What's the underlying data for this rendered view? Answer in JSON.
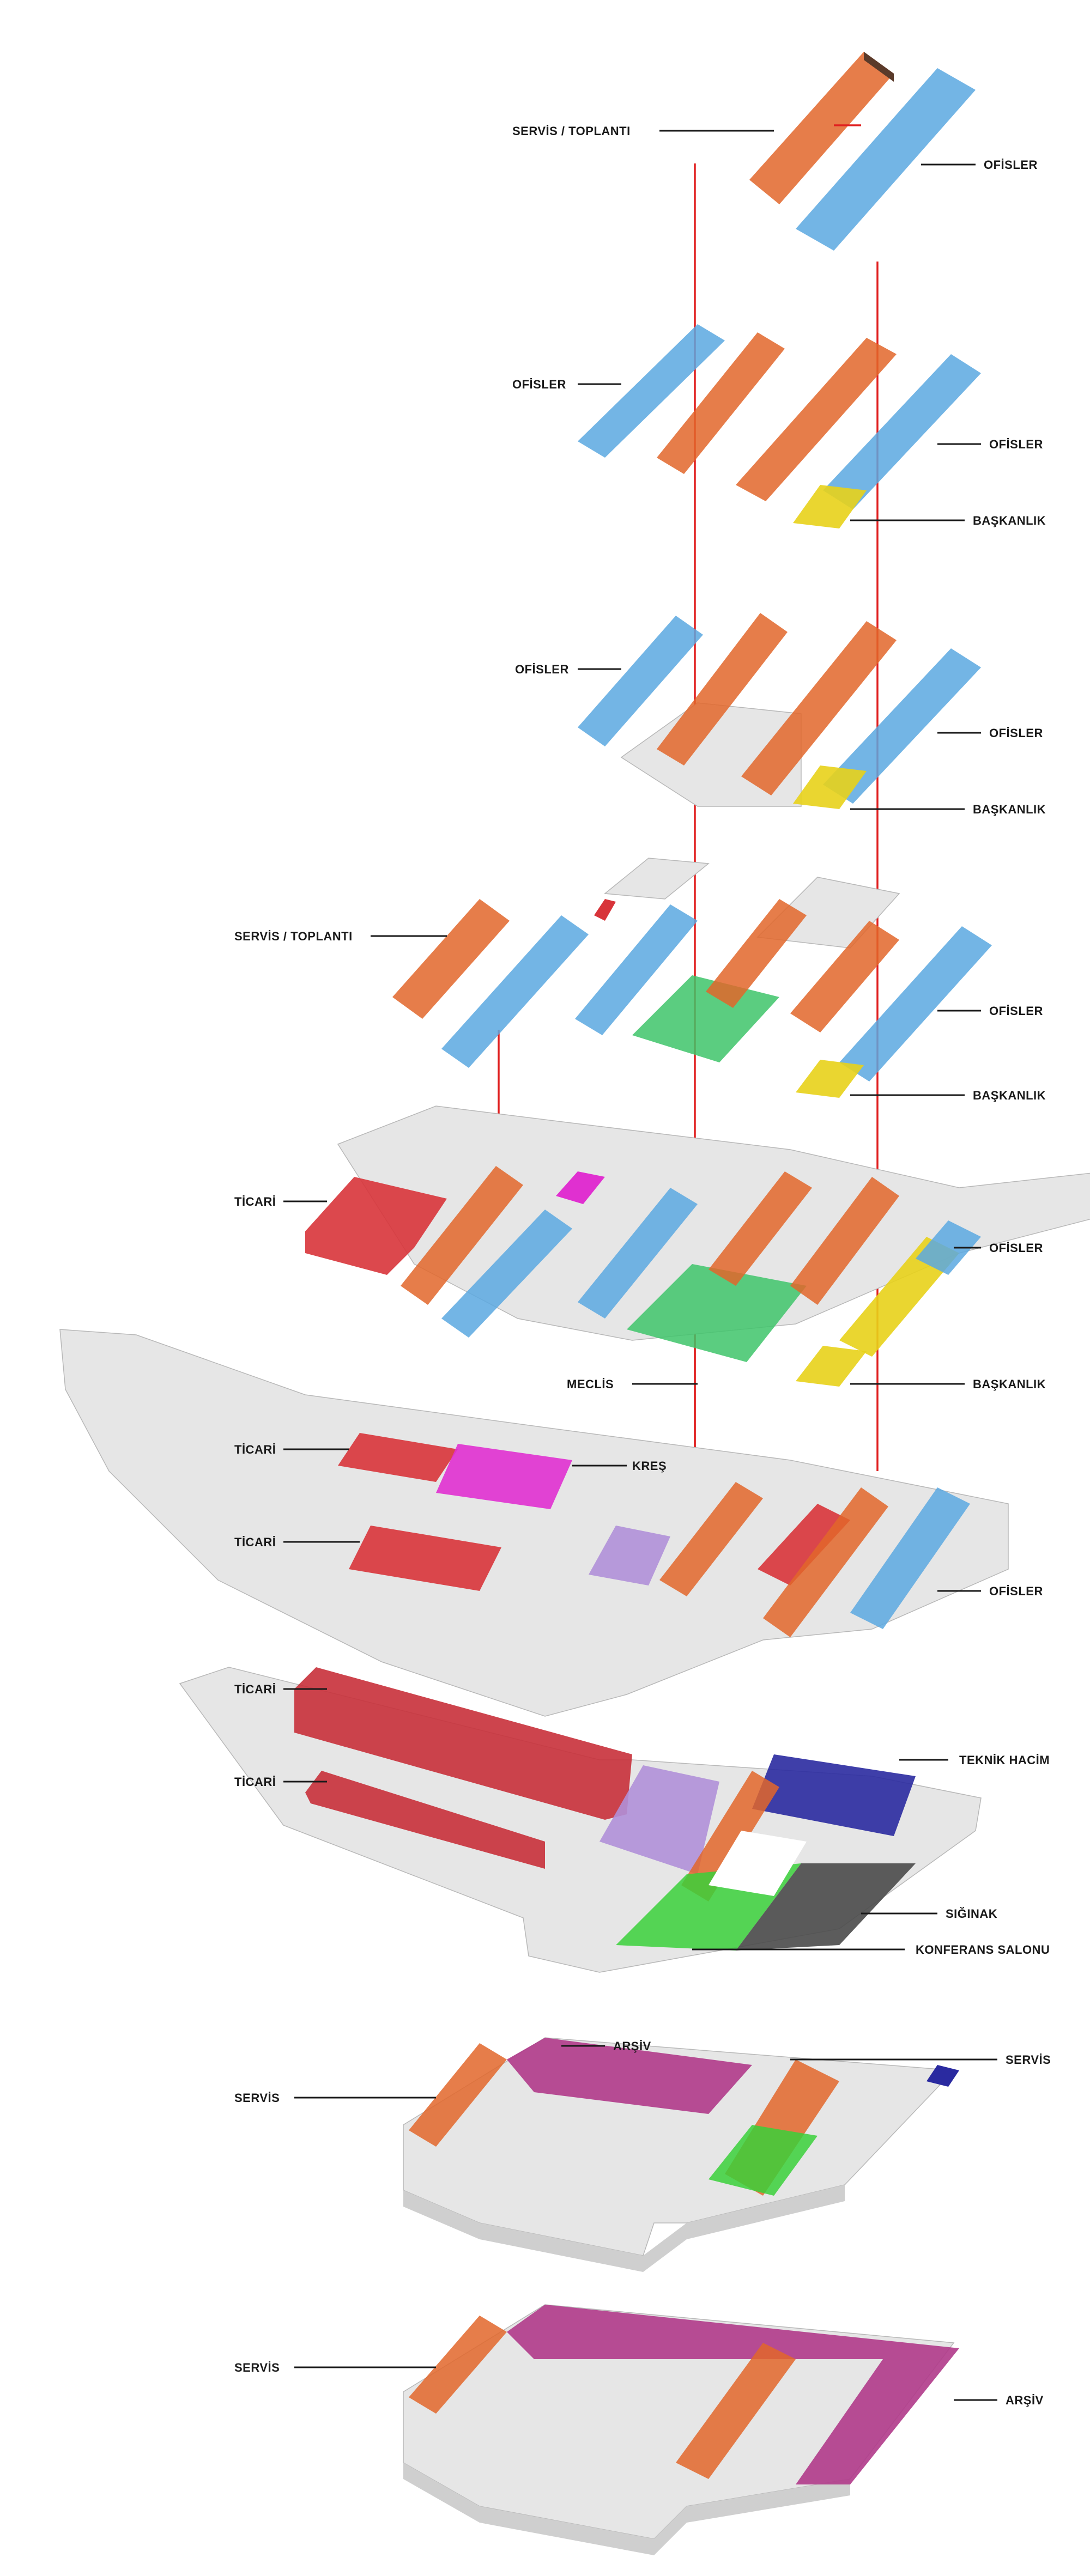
{
  "colors": {
    "servis": "#e2662a",
    "ofis": "#5aa8e0",
    "baskanlik": "#e8d21a",
    "meclis": "#3ec46a",
    "ticari": "#d8343a",
    "kres": "#e030d0",
    "lavender": "#b090d8",
    "arsiv": "#b03a8a",
    "teknik": "#2a2aa0",
    "siginak": "#4a4a4a",
    "konferans": "#3ad03a",
    "slab": "#e6e6e6",
    "riser": "#e02020"
  },
  "labels": {
    "f10_servis": "SERVİS / TOPLANTI",
    "f10_ofis": "OFİSLER",
    "f9_ofis_l": "OFİSLER",
    "f9_ofis_r": "OFİSLER",
    "f9_bask": "BAŞKANLIK",
    "f8_ofis_l": "OFİSLER",
    "f8_ofis_r": "OFİSLER",
    "f8_bask": "BAŞKANLIK",
    "f7_servis": "SERVİS / TOPLANTI",
    "f7_ofis": "OFİSLER",
    "f7_bask": "BAŞKANLIK",
    "f6_ticari": "TİCARİ",
    "f6_ofis": "OFİSLER",
    "f6_bask": "BAŞKANLIK",
    "f6_meclis": "MECLİS",
    "f5_ticari_1": "TİCARİ",
    "f5_kres": "KREŞ",
    "f5_ticari_2": "TİCARİ",
    "f5_ofis": "OFİSLER",
    "f4_ticari_1": "TİCARİ",
    "f4_ticari_2": "TİCARİ",
    "f4_teknik": "TEKNİK HACİM",
    "f4_siginak": "SIĞINAK",
    "f4_konferans": "KONFERANS SALONU",
    "f3_arsiv": "ARŞİV",
    "f3_servis_l": "SERVİS",
    "f3_servis_r": "SERVİS",
    "f2_servis": "SERVİS",
    "f2_arsiv": "ARŞİV"
  }
}
